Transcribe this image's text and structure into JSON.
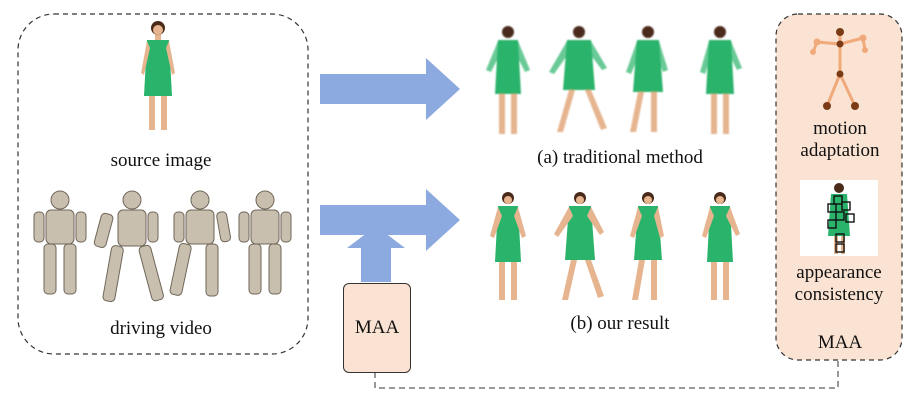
{
  "labels": {
    "source_image": "source image",
    "driving_video": "driving video",
    "traditional": "(a) traditional method",
    "ours": "(b) our result",
    "maa_box": "MAA",
    "panel_title": "MAA",
    "motion": "motion adaptation",
    "appearance": "appearance consistency"
  },
  "colors": {
    "arrow": "#8caadf",
    "maa_fill": "#fbe3d3",
    "dress": "#29b36b",
    "skin": "#e6b590",
    "armor": "#c9bfae",
    "skeleton_line": "#f0a97a",
    "skeleton_joint": "#7a3b16"
  }
}
